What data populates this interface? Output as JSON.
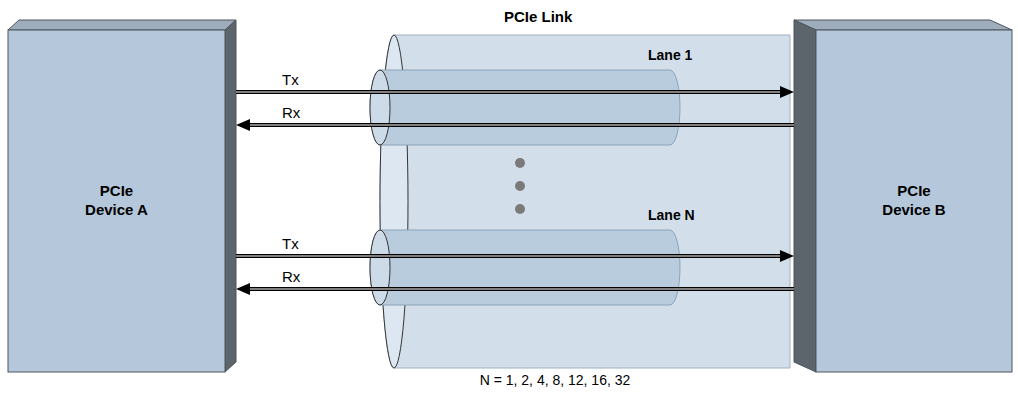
{
  "diagram": {
    "nodes": [
      {
        "text": [
          "PCIe Device A"
        ]
      },
      {
        "text": [
          "PCIe Link"
        ]
      },
      {
        "text": [
          "Lane 1"
        ],
        "in": 1
      },
      {
        "text": [
          "Lane N"
        ],
        "in": 1
      },
      {
        "text": [
          "PCIe Device B"
        ]
      }
    ],
    "edges": [
      {
        "from": 0,
        "to": 4,
        "arrow": "to",
        "label": "Tx"
      },
      {
        "from": 4,
        "to": 0,
        "arrow": "to",
        "label": "Rx"
      },
      {
        "from": 0,
        "to": 4,
        "arrow": "to",
        "label": "Tx"
      },
      {
        "from": 4,
        "to": 0,
        "arrow": "to",
        "label": "Rx"
      }
    ],
    "labels": [
      "N = 1, 2, 4, 8, 12, 16, 32"
    ]
  }
}
